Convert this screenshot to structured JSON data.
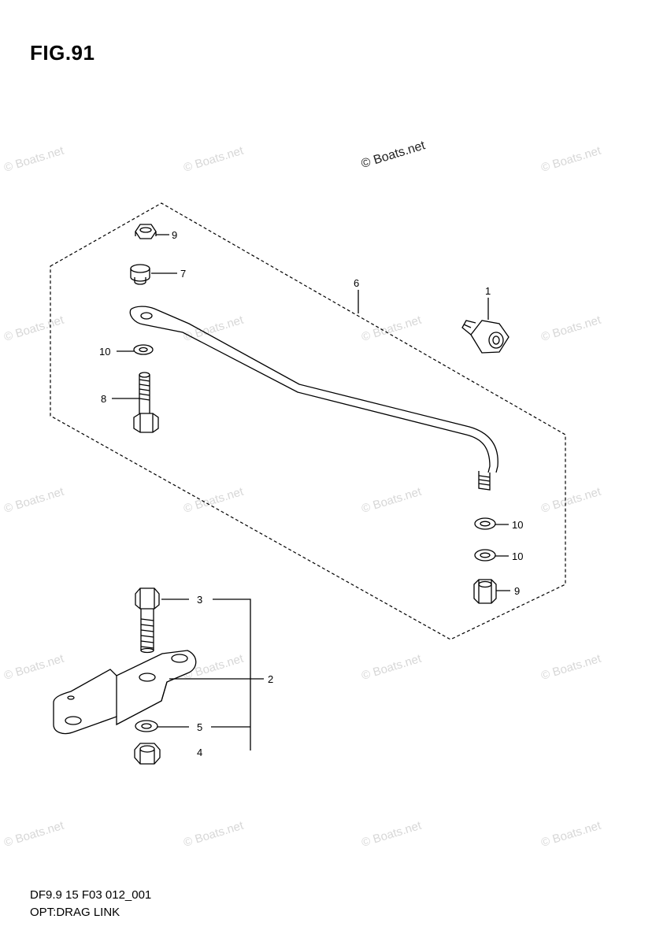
{
  "figure": {
    "title": "FIG.91",
    "drawing_code": "DF9.9 15 F03 012_001",
    "description": "OPT:DRAG LINK"
  },
  "watermark": {
    "text": "© Boats.net",
    "highlighted_text": "© Boats.net"
  },
  "callouts": {
    "nut_top": "9",
    "bushing": "7",
    "rod": "6",
    "joint": "1",
    "washer_left": "10",
    "bolt_left": "8",
    "washer_right_a": "10",
    "washer_right_b": "10",
    "nut_right": "9",
    "bolt_bracket": "3",
    "bracket": "2",
    "washer_bracket": "5",
    "nut_bracket": "4"
  },
  "colors": {
    "line": "#000000",
    "watermark": "#d7d7d7"
  }
}
